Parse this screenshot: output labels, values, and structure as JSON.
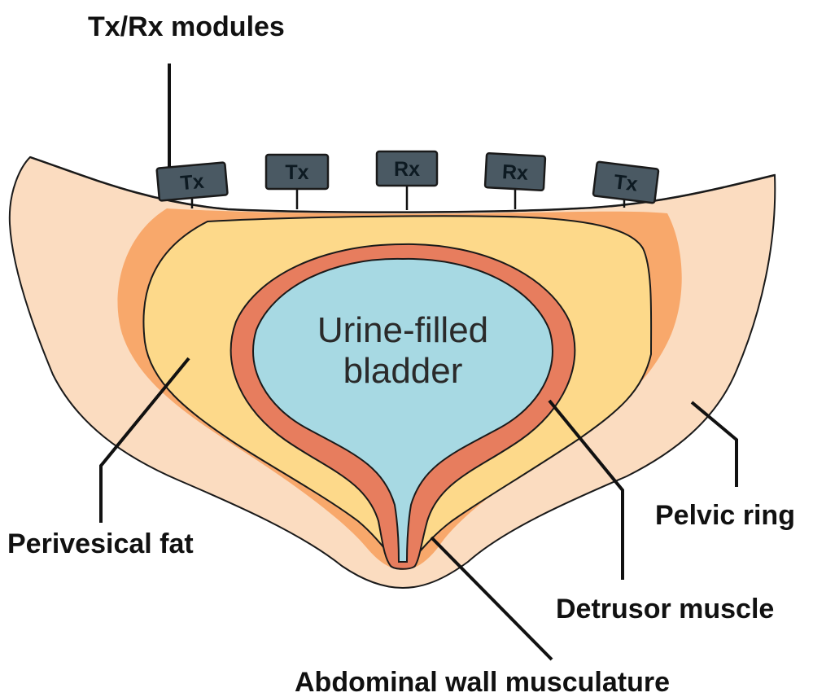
{
  "labels": {
    "modules": "Tx/Rx modules",
    "bladder_line1": "Urine-filled",
    "bladder_line2": "bladder",
    "perivesical": "Perivesical fat",
    "pelvic": "Pelvic ring",
    "detrusor": "Detrusor muscle",
    "abdominal": "Abdominal wall musculature"
  },
  "modules": [
    {
      "text": "Tx"
    },
    {
      "text": "Tx"
    },
    {
      "text": "Rx"
    },
    {
      "text": "Rx"
    },
    {
      "text": "Tx"
    }
  ],
  "colors": {
    "pelvic_ring": "#fbdcc0",
    "abdominal_layer": "#f8a86b",
    "perivesical_fat": "#fdd98a",
    "detrusor": "#e77d5e",
    "urine": "#a7d9e3",
    "module_fill": "#4a5963",
    "outline": "#1a1a1a"
  }
}
